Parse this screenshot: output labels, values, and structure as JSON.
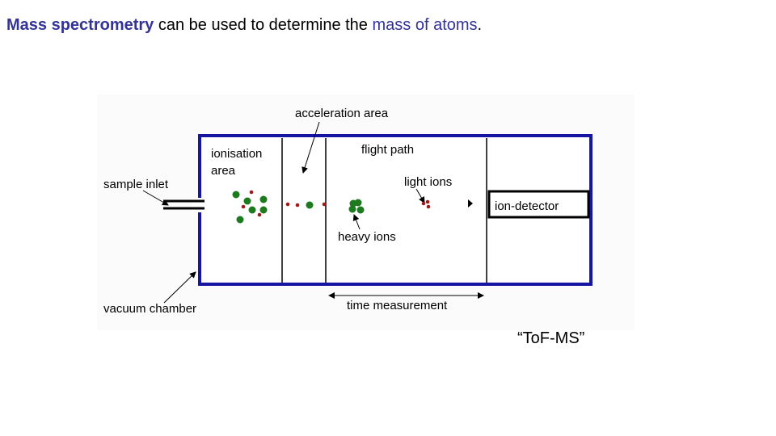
{
  "title": {
    "part1": "Mass spectrometry",
    "part2": " can be used to determine the ",
    "part3": "mass of atoms",
    "part4": "."
  },
  "diagram": {
    "labels": {
      "acceleration_area": "acceleration area",
      "ionisation_area_line1": "ionisation",
      "ionisation_area_line2": "area",
      "flight_path": "flight path",
      "sample_inlet": "sample inlet",
      "light_ions": "light ions",
      "ion_detector": "ion-detector",
      "heavy_ions": "heavy ions",
      "vacuum_chamber": "vacuum chamber",
      "time_measurement": "time measurement"
    },
    "colors": {
      "chamber_border": "#1515a3",
      "heavy_ion": "#1e7a1e",
      "light_ion": "#a01818",
      "line": "#000000"
    }
  },
  "caption": "“To​F-MS”"
}
